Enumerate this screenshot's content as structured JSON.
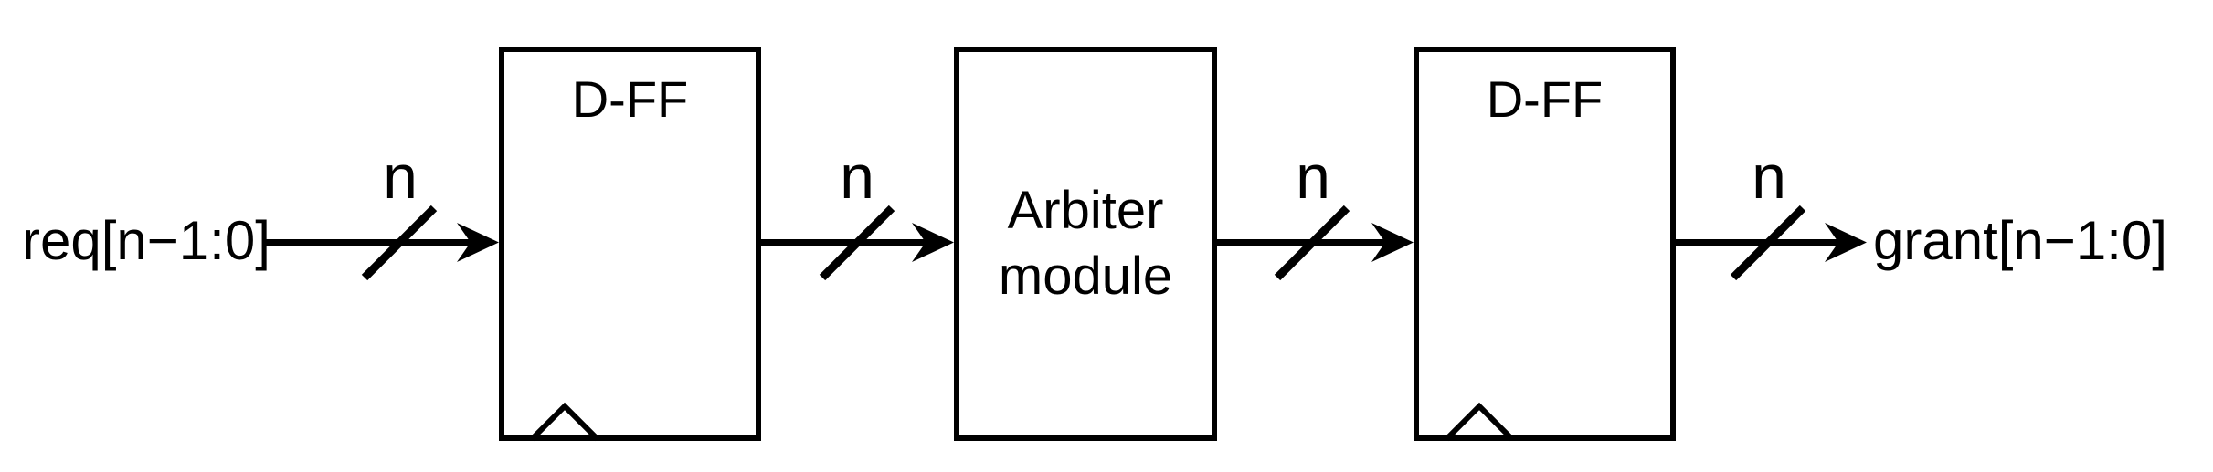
{
  "diagram": {
    "input_signal": "req[n−1:0]",
    "output_signal": "grant[n−1:0]",
    "bus_width_label": "n",
    "blocks": [
      {
        "label": "D-FF"
      },
      {
        "label_lines": [
          "Arbiter",
          "module"
        ]
      },
      {
        "label": "D-FF"
      }
    ],
    "colors": {
      "stroke": "#000000",
      "background": "#ffffff"
    }
  }
}
